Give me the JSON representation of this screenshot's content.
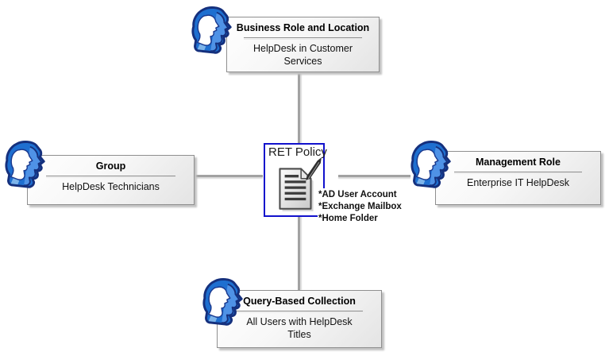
{
  "center": {
    "title": "RET Policy",
    "icon": "document-pencil-icon",
    "provisions": [
      "*AD User Account",
      "*Exchange Mailbox",
      "*Home Folder"
    ],
    "border_color": "#1212cc"
  },
  "nodes": {
    "top": {
      "title": "Business Role and Location",
      "subtitle": "HelpDesk in Customer Services",
      "icon": "people-icon"
    },
    "left": {
      "title": "Group",
      "subtitle": "HelpDesk Technicians",
      "icon": "people-icon"
    },
    "right": {
      "title": "Management Role",
      "subtitle": "Enterprise IT HelpDesk",
      "icon": "people-icon"
    },
    "bottom": {
      "title": "Query-Based Collection",
      "subtitle": "All Users with HelpDesk Titles",
      "icon": "people-icon"
    }
  },
  "colors": {
    "icon_fill": "#1e6fd0",
    "icon_fill_light": "#4f92e6",
    "icon_outline": "#15307d",
    "connector": "#a2a2a2",
    "box_border": "#8f8f8f",
    "box_gradient_end": "#e4e4e4"
  }
}
